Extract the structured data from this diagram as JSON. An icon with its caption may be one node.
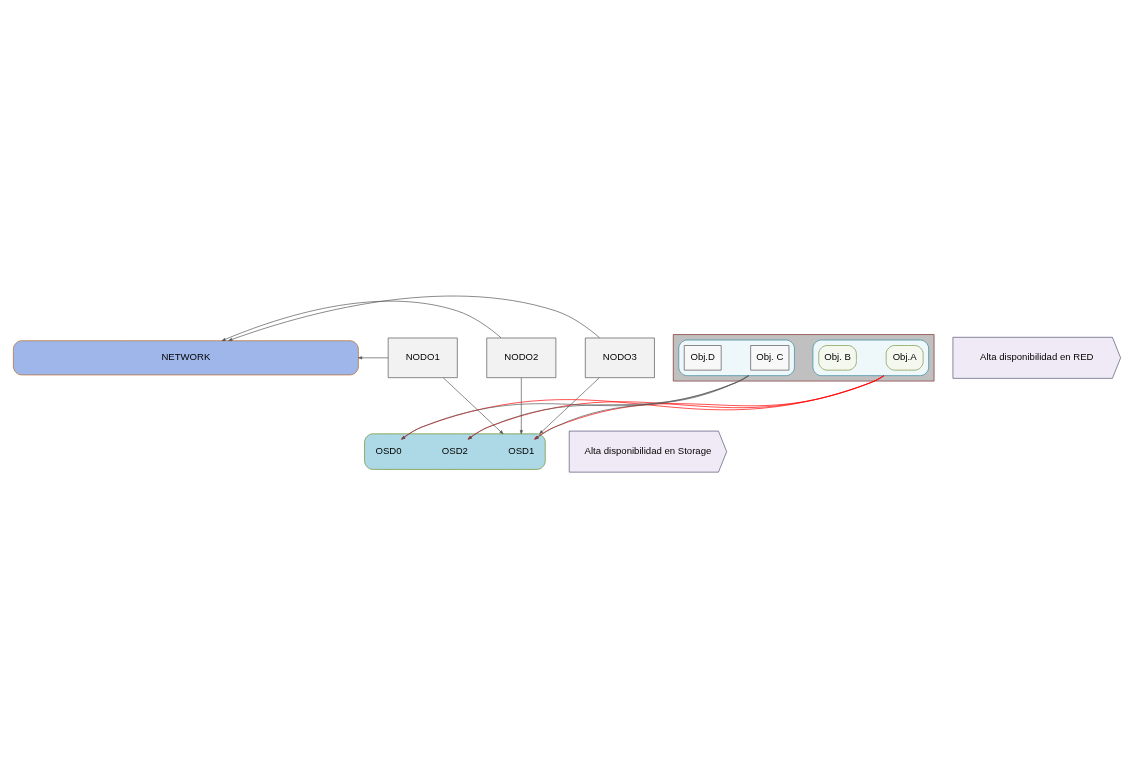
{
  "diagram": {
    "nodes": [
      {
        "text": [
          "NETWORK"
        ]
      },
      {
        "text": [
          "NODO1"
        ]
      },
      {
        "text": [
          "NODO2"
        ]
      },
      {
        "text": [
          "NODO3"
        ]
      },
      {
        "text": [
          "Alta disponibilidad en RED"
        ]
      },
      {
        "text": [],
        "shape": "band"
      },
      {
        "text": [
          "OSD1"
        ],
        "in": 5
      },
      {
        "text": [
          "OSD2"
        ],
        "in": 5
      },
      {
        "text": [
          "OSD0"
        ],
        "in": 5
      },
      {
        "text": [
          "Alta disponibilidad en Storage"
        ]
      },
      {
        "text": [],
        "shape": "hexagon"
      },
      {
        "text": [],
        "shape": "ellipse",
        "in": 10
      },
      {
        "text": [
          "Obj.A"
        ],
        "in": 11
      },
      {
        "text": [
          "Obj. B"
        ],
        "in": 11
      },
      {
        "text": [],
        "shape": "ellipse",
        "in": 10
      },
      {
        "text": [
          "Obj. C"
        ],
        "in": 14
      },
      {
        "text": [
          "Obj.D"
        ],
        "in": 14
      }
    ],
    "edges": [
      {
        "from": 1,
        "to": 0,
        "arrow": "to"
      },
      {
        "from": 2,
        "to": 0,
        "arrow": "to"
      },
      {
        "from": 3,
        "to": 0,
        "arrow": "to"
      },
      {
        "from": 1,
        "to": 5,
        "arrow": "to"
      },
      {
        "from": 2,
        "to": 5,
        "arrow": "to"
      },
      {
        "from": 3,
        "to": 5,
        "arrow": "to"
      },
      {
        "from": 11,
        "to": 6,
        "arrow": "to",
        "color": "#ff0000"
      },
      {
        "from": 11,
        "to": 7,
        "arrow": "to",
        "color": "#ff0000"
      },
      {
        "from": 11,
        "to": 8,
        "arrow": "to",
        "color": "#ff0000"
      },
      {
        "from": 14,
        "to": 6,
        "arrow": "to"
      },
      {
        "from": 14,
        "to": 7,
        "arrow": "to"
      },
      {
        "from": 14,
        "to": 8,
        "arrow": "to"
      }
    ]
  }
}
